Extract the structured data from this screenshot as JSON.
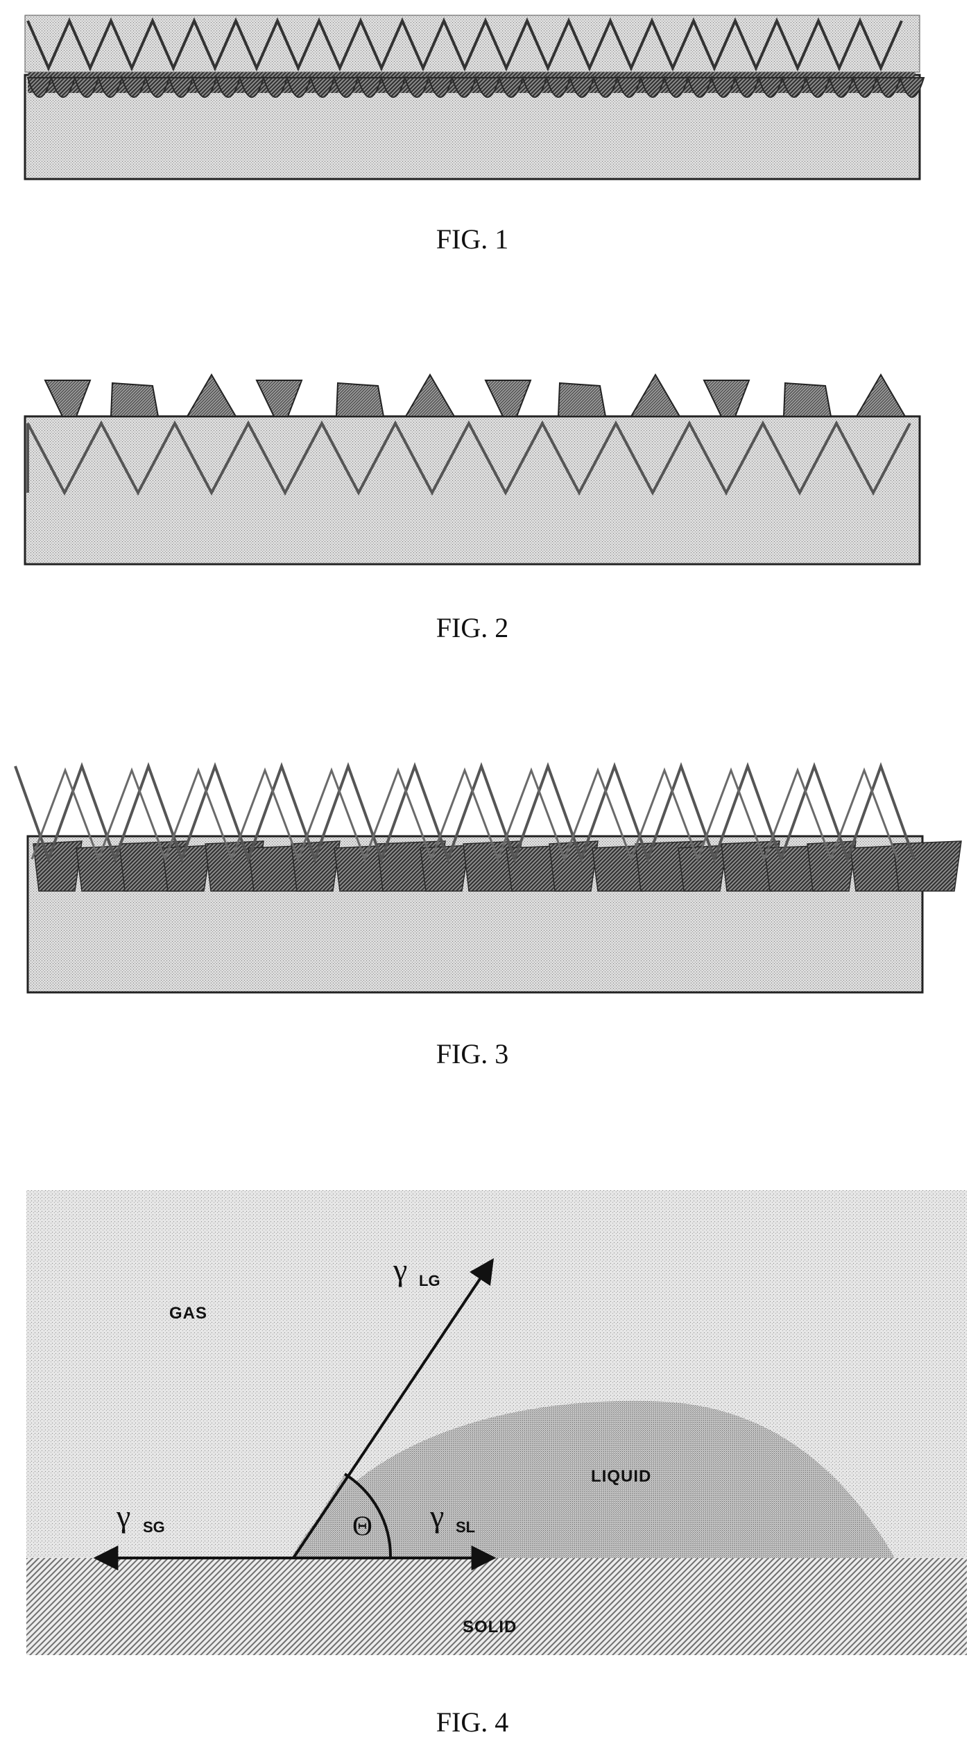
{
  "captions": {
    "fig1": "FIG. 1",
    "fig2": "FIG. 2",
    "fig3": "FIG. 3",
    "fig4": "FIG. 4"
  },
  "fig4": {
    "gas_label": "GAS",
    "liquid_label": "LIQUID",
    "solid_label": "SOLID",
    "theta_symbol": "Θ",
    "gamma_symbol": "γ",
    "gamma_lg_subscript": "LG",
    "gamma_sg_subscript": "SG",
    "gamma_sl_subscript": "SL"
  }
}
